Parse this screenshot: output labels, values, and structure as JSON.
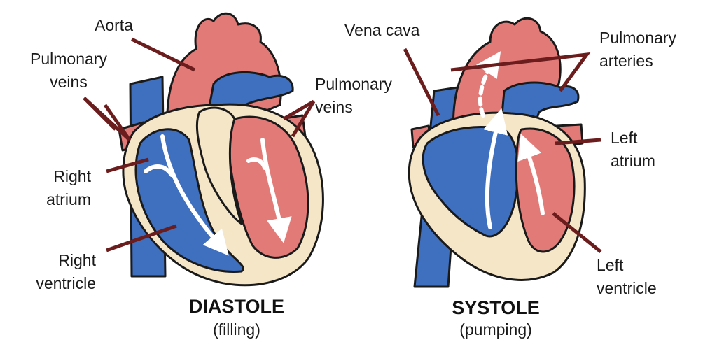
{
  "diastole": {
    "title": "DIASTOLE",
    "subtitle": "(filling)",
    "labels": {
      "aorta": "Aorta",
      "pulmonary_veins_left": [
        "Pulmonary",
        "veins"
      ],
      "pulmonary_veins_right": [
        "Pulmonary",
        "veins"
      ],
      "right_atrium": [
        "Right",
        "atrium"
      ],
      "right_ventricle": [
        "Right",
        "ventricle"
      ]
    }
  },
  "systole": {
    "title": "SYSTOLE",
    "subtitle": "(pumping)",
    "labels": {
      "vena_cava": "Vena cava",
      "pulmonary_arteries": [
        "Pulmonary",
        "arteries"
      ],
      "left_atrium": [
        "Left",
        "atrium"
      ],
      "left_ventricle": [
        "Left",
        "ventricle"
      ]
    }
  },
  "colors": {
    "blood_deoxygenated": "#3f6fbf",
    "blood_oxygenated": "#e27a78",
    "tissue": "#f6e6c8",
    "leader_line": "#6b1d1d",
    "flow_arrow": "#ffffff"
  }
}
